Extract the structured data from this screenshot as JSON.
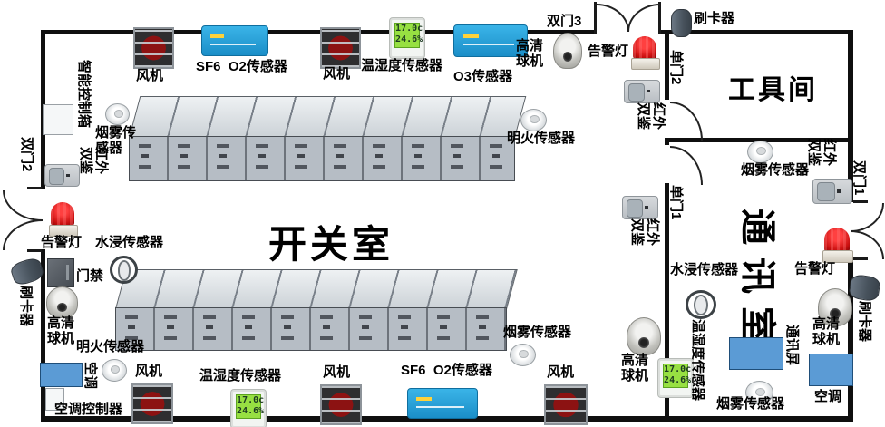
{
  "rooms": {
    "switch_room": "开关室",
    "tool_room": "工具间",
    "comm_room": "通讯室"
  },
  "doors": {
    "double3": "双门3",
    "double2": "双门2",
    "double1": "双门1",
    "single2": "单门2",
    "single1": "单门1"
  },
  "labels": {
    "fan": "风机",
    "sf6_o2": "SF6  O2传感器",
    "temp_humidity": "温湿度传感器",
    "o3": "O3传感器",
    "hd_camera_2line": "高清\n球机",
    "alarm": "告警灯",
    "card_reader": "刷卡器",
    "smart_control_box": "智能控制箱",
    "smoke": "烟雾传感器",
    "smoke_2line": "烟雾传\n感器",
    "ir_dual_2line": "红外\n双鉴",
    "water": "水浸传感器",
    "access_control": "门禁",
    "flame": "明火传感器",
    "ac": "空调",
    "ac_controller": "空调控制器",
    "comm_screen": "通讯屏"
  },
  "lcd": {
    "line1": "17.0c",
    "line2": "24.6%"
  },
  "cabinets": {
    "rows": 2,
    "bays_per_row": 10
  },
  "colors": {
    "wall": "#0f0f0f",
    "device_blue": "#2aa8e0",
    "panel_blue": "#5b9bd5",
    "alarm_red": "#c90f0f",
    "lcd_green": "#97e042"
  }
}
